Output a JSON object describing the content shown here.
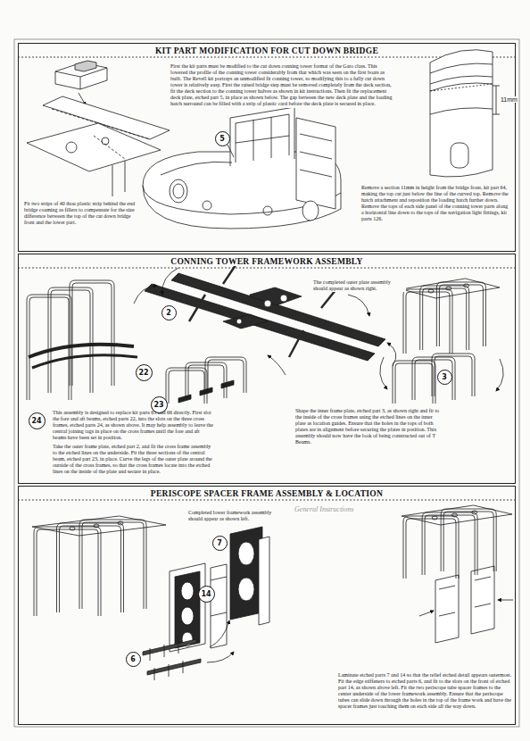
{
  "diagram": {
    "nodes": [
      {
        "text": [
          "KIT PART MODIFICATION FOR CUT DOWN BRIDGE",
          "First the kit parts must be modified to the cut down conning tower format of the Gato class. This lowered the profile of the conning tower considerably from that which was seen on the first boats as built. The Revell kit portrays an unmodified fit conning tower, so modifying this to a fully cut down tower is relatively easy. First the raised bridge step must be removed completely from the deck section, fit the deck section to the conning tower halves as shown in kit instructions. Then fit the replacement deck plate, etched part 5, in place as shown below. The gap between the new deck plate and the loading hatch surround can be filled with a strip of plastic card before the deck plate is secured in place.",
          "Fit two strips of 40 thou plastic strip behind the end bridge coaming as fillers to compensate for the size difference between the top of the cut down bridge front and the lower part.",
          "Remove a section 11mm in height from the bridge front, kit part 64, making the top cut just below the line of the curved top. Remove the hatch attachment and reposition the loading hatch further down. Remove the tops of each side panel of the conning tower parts along a horizontal line down to the tops of the navigation light fittings, kit parts 126."
        ]
      },
      {
        "text": [
          "5"
        ],
        "in": 0
      },
      {
        "text": [
          "CONNING TOWER FRAMEWORK ASSEMBLY",
          "This assembly is designed to replace kit parts 65 and 66 directly. First slot the fore and aft beams, etched parts 22, into the slots on the three cross frames, etched parts 24, as shown above. It may help assembly to leave the central joining tags in place on the cross frames until the fore and aft beams have been set in position.",
          "Take the outer frame plate, etched part 2, and fit the cross frame assembly to the etched lines on the underside. Fit the three sections of the central beam, etched part 23, in place. Curve the legs of the outer plate around the outside of the cross frames, so that the cross frames locate into the etched lines on the inside of the plate and secure in place.",
          "The completed outer plate assembly should appear as shown right.",
          "Shape the inner frame plate, etched part 3, as shown right and fit to the inside of the cross frames using the etched lines on the inner plate as location guides. Ensure that the holes in the tops of both plates are in alignment before securing the plates in position. This assembly should now have the look of being constructed out of 'I' Beams."
        ]
      },
      {
        "text": [
          "22"
        ],
        "in": 2
      },
      {
        "text": [
          "2"
        ],
        "in": 2
      },
      {
        "text": [
          "23"
        ],
        "in": 2
      },
      {
        "text": [
          "24"
        ],
        "in": 2
      },
      {
        "text": [
          "3"
        ],
        "in": 2
      },
      {
        "text": [
          "PERISCOPE SPACER FRAME ASSEMBLY & LOCATION",
          "Completed lower framework assembly should appear as shown left.",
          "Laminate etched parts 7 and 14 so that the relief etched detail appears outermost. Fit the edge stiffeners to etched parts 6, and fit to the slots on the front of etched part 14, as shown above left. Fit the two periscope tube spacer frames to the center underside of the lower framework assembly. Ensure that the periscope tubes can slide down through the holes in the top of the frame work and have the spacer frames just touching them on each side all the way down."
        ]
      },
      {
        "text": [
          "7"
        ],
        "in": 8
      },
      {
        "text": [
          "14"
        ],
        "in": 8
      },
      {
        "text": [
          "6"
        ],
        "in": 8
      }
    ],
    "labels": [
      "11mm",
      "General Instructions"
    ]
  }
}
